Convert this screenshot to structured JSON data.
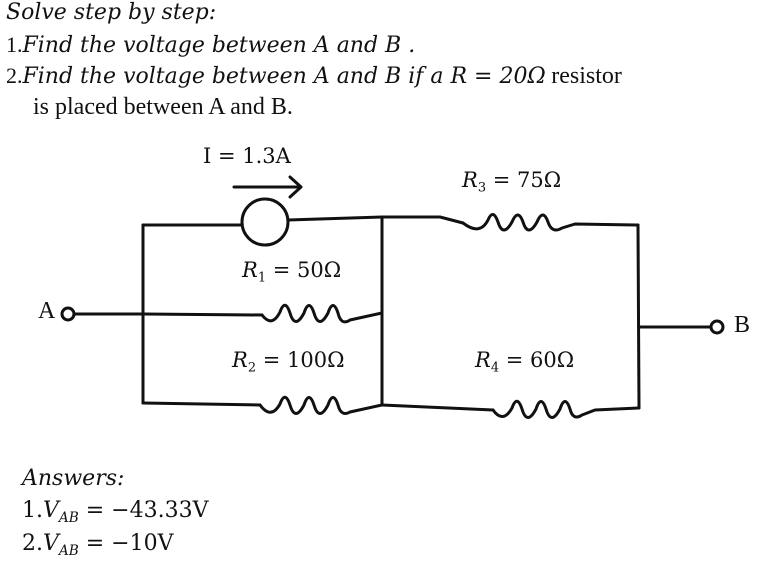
{
  "header": {
    "title": "Solve step by step:",
    "q1_num": "1.",
    "q1_text": "Find the voltage between A and B .",
    "q2_num": "2.",
    "q2_text": "Find the voltage between A and B if a R = 20Ω",
    "q2_suffix": "resistor",
    "q2_line2": "is placed between A and B."
  },
  "circuit": {
    "current_label": "I = 1.3A",
    "r1": {
      "sym": "R",
      "sub": "1",
      "val": " = 50Ω"
    },
    "r2": {
      "sym": "R",
      "sub": "2",
      "val": " = 100Ω"
    },
    "r3": {
      "sym": "R",
      "sub": "3",
      "val": " = 75Ω"
    },
    "r4": {
      "sym": "R",
      "sub": "4",
      "val": " = 60Ω"
    },
    "node_a": "A",
    "node_b": "B"
  },
  "answers": {
    "title": "Answers:",
    "a1": {
      "num": "1.",
      "sym": "V",
      "sub": "AB",
      "val": " = −43.33V"
    },
    "a2": {
      "num": "2.",
      "sym": "V",
      "sub": "AB",
      "val": " = −10V"
    }
  }
}
